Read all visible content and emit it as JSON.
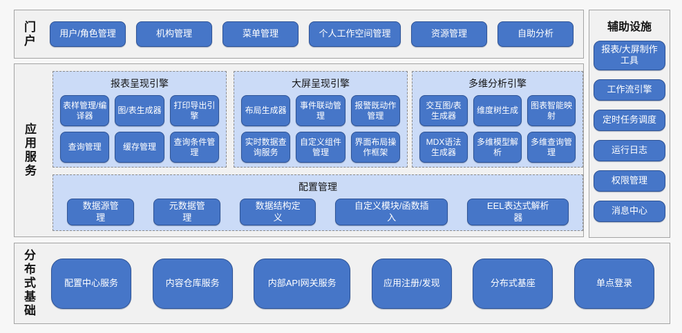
{
  "colors": {
    "button_fill": "#4676c8",
    "button_border": "#2e5395",
    "group_fill": "#cbdbf7",
    "group_border": "#8a8a8a",
    "section_fill": "#f1f1f1",
    "section_border": "#a3a3a3",
    "button_text": "#ffffff",
    "label_text": "#141414"
  },
  "portal": {
    "label": "门户",
    "buttons": [
      "用户/角色管理",
      "机构管理",
      "菜单管理",
      "个人工作空间管理",
      "资源管理",
      "自助分析"
    ]
  },
  "app_services": {
    "label": "应用服务",
    "engines": [
      {
        "title": "报表呈现引擎",
        "buttons": [
          "表样管理/编译器",
          "图/表生成器",
          "打印导出引擎",
          "查询管理",
          "缓存管理",
          "查询条件管理"
        ]
      },
      {
        "title": "大屏呈现引擎",
        "buttons": [
          "布局生成器",
          "事件联动管理",
          "报警既动作管理",
          "实时数据查询服务",
          "自定义组件管理",
          "界面布局操作框架"
        ]
      },
      {
        "title": "多维分析引擎",
        "buttons": [
          "交互图/表生成器",
          "维度树生成",
          "图表智能映射",
          "MDX语法生成器",
          "多维模型解析",
          "多维查询管理"
        ]
      }
    ],
    "config": {
      "title": "配置管理",
      "buttons": [
        "数据源管理",
        "元数据管理",
        "数据结构定义",
        "自定义模块/函数插入",
        "EEL表达式解析器"
      ]
    }
  },
  "aux": {
    "title": "辅助设施",
    "buttons": [
      "报表/大屏制作工具",
      "工作流引擎",
      "定时任务调度",
      "运行日志",
      "权限管理",
      "消息中心"
    ]
  },
  "infra": {
    "label": "分布式基础",
    "buttons": [
      "配置中心服务",
      "内容仓库服务",
      "内部API网关服务",
      "应用注册/发现",
      "分布式基座",
      "单点登录"
    ]
  }
}
